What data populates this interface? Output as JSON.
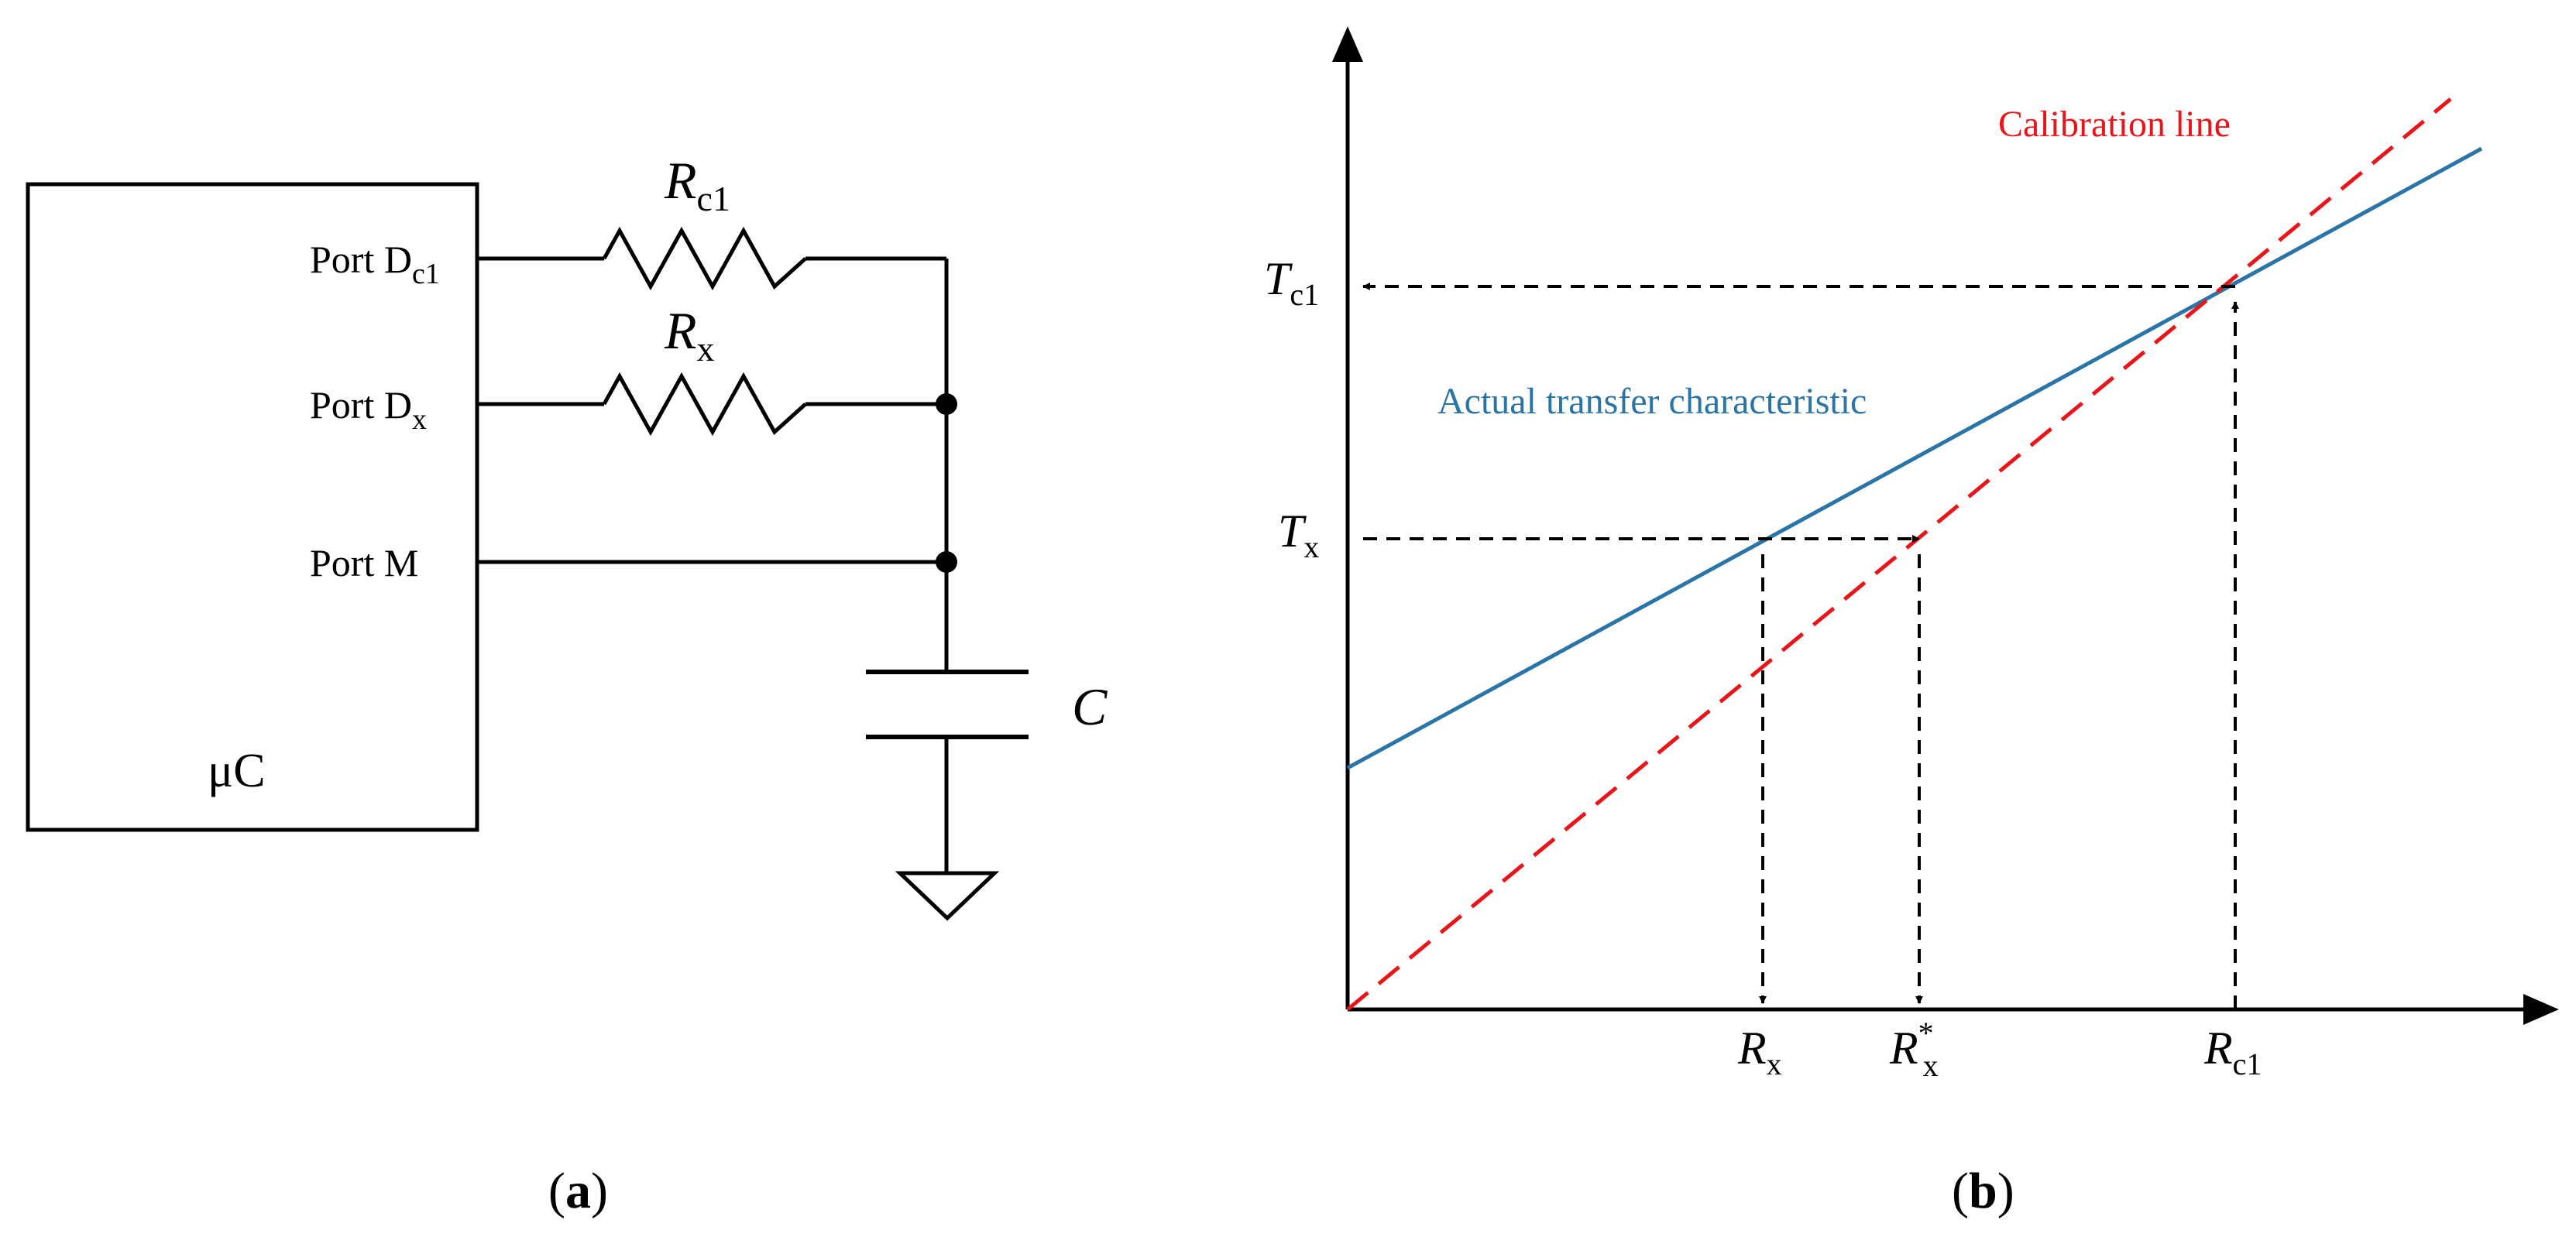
{
  "panel_a": {
    "microcontroller": "μC",
    "ports": {
      "dc1_main": "Port D",
      "dc1_sub": "c1",
      "dx_main": "Port D",
      "dx_sub": "x",
      "m": "Port M"
    },
    "rc1_main": "R",
    "rc1_sub": "c1",
    "rx_main": "R",
    "rx_sub": "x",
    "capacitor": "C",
    "caption_open": "(",
    "caption_letter": "a",
    "caption_close": ")"
  },
  "panel_b": {
    "calibration_label": "Calibration line",
    "actual_label": "Actual transfer characteristic",
    "tc1_main": "T",
    "tc1_sub": "c1",
    "tx_main": "T",
    "tx_sub": "x",
    "rx_main": "R",
    "rx_sub": "x",
    "rxs_main": "R",
    "rxs_sup": "*",
    "rxs_sub": "x",
    "rc1_main": "R",
    "rc1_sub": "c1",
    "caption_open": "(",
    "caption_letter": "b",
    "caption_close": ")",
    "colors": {
      "calibration": "#e8161b",
      "actual": "#2a74a6",
      "axes": "#000000"
    }
  }
}
